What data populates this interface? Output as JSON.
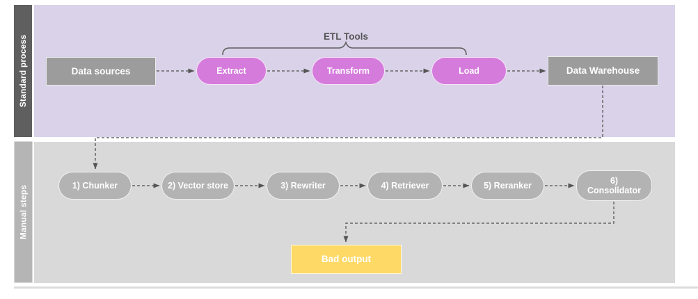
{
  "lanes": [
    {
      "label": "Standard process"
    },
    {
      "label": "Manual steps"
    }
  ],
  "standard": {
    "etl_tools_label": "ETL Tools",
    "nodes": {
      "data_sources": "Data sources",
      "extract": "Extract",
      "transform": "Transform",
      "load": "Load",
      "data_warehouse": "Data Warehouse"
    }
  },
  "manual": {
    "steps": [
      "1) Chunker",
      "2) Vector store",
      "3) Rewriter",
      "4) Retriever",
      "5) Reranker",
      "6) Consolidator"
    ],
    "bad_output_label": "Bad output"
  },
  "colors": {
    "lane_standard_bg": "#d9d2e9",
    "lane_standard_bar": "#5f5f5f",
    "lane_manual_bg": "#d9d9d9",
    "lane_manual_bar": "#b5b5b5",
    "gray_node": "#9c9c9c",
    "gray_pill": "#b3b3b3",
    "etl_pill": "#d57bdc",
    "bad_output_fill": "#fed966",
    "connector": "#666666"
  }
}
